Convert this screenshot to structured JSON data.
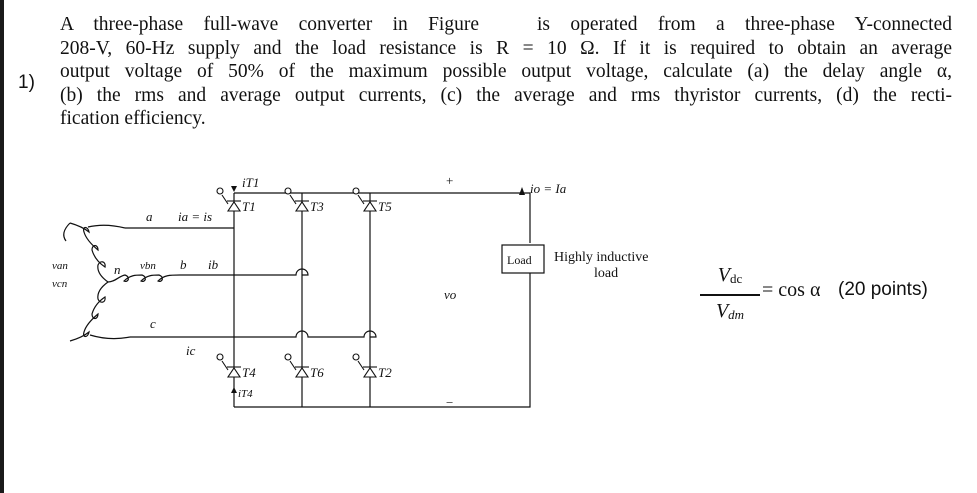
{
  "question": {
    "number": "1)",
    "lines": [
      {
        "before": "A three-phase full-wave converter in Figure",
        "after": "is operated from a three-phase Y-connected"
      },
      "208-V, 60-Hz supply and the load resistance is R = 10 Ω. If it is required to obtain an average",
      "output voltage of 50% of the maximum possible output voltage, calculate (a) the delay angle α,",
      "(b) the rms and average output currents, (c) the average and rms thyristor currents, (d) the recti-",
      "fication efficiency."
    ]
  },
  "circuit": {
    "labels": {
      "a": "a",
      "b": "b",
      "c": "c",
      "n": "n",
      "van": "van",
      "vbn": "vbn",
      "vcn": "vcn",
      "ia": "ia = is",
      "ib": "ib",
      "ic": "ic",
      "it1": "iT1",
      "it4": "iT4",
      "t1": "T1",
      "t2": "T2",
      "t3": "T3",
      "t4": "T4",
      "t5": "T5",
      "t6": "T6",
      "plus": "+",
      "minus": "−",
      "vo": "vo",
      "io": "io = Ia",
      "load": "Load",
      "load_desc_1": "Highly inductive",
      "load_desc_2": "load"
    }
  },
  "formula": {
    "num_base": "V",
    "num_sub": "dc",
    "den_base": "V",
    "den_sub": "dm",
    "rhs": "= cos α"
  },
  "points": "(20 points)"
}
